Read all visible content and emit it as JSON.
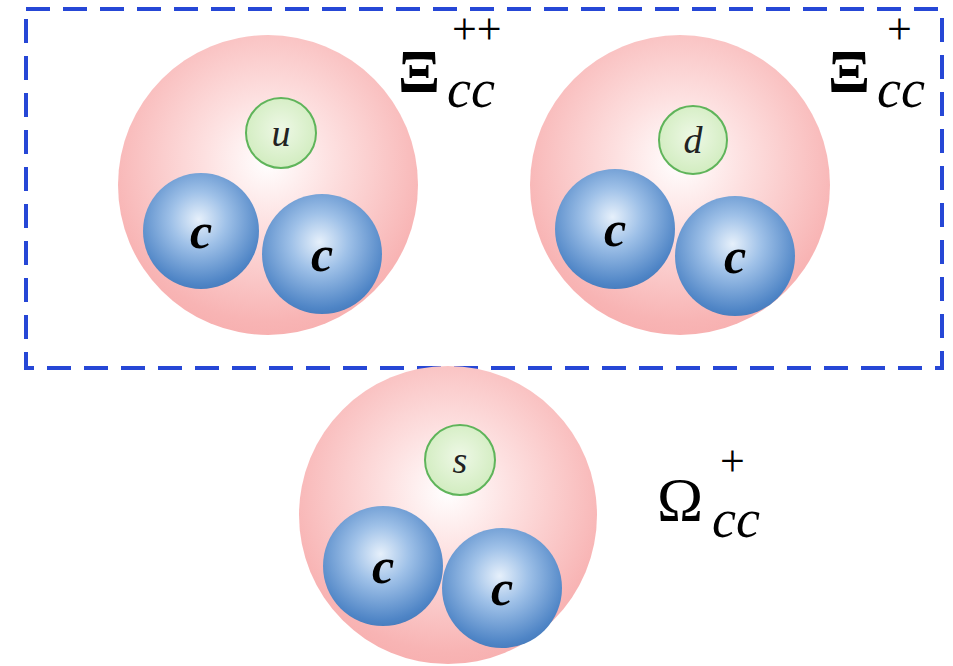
{
  "diagram": {
    "nodes": [
      {
        "text": [
          "Ξ",
          "cc",
          "++"
        ]
      },
      {
        "text": [
          "u"
        ],
        "in": 0
      },
      {
        "text": [
          "c"
        ],
        "in": 0
      },
      {
        "text": [
          "c"
        ],
        "in": 0
      },
      {
        "text": [
          "Ξ",
          "cc",
          "+"
        ]
      },
      {
        "text": [
          "d"
        ],
        "in": 4
      },
      {
        "text": [
          "c"
        ],
        "in": 4
      },
      {
        "text": [
          "c"
        ],
        "in": 4
      },
      {
        "text": [
          "Ω",
          "cc",
          "+"
        ]
      },
      {
        "text": [
          "s"
        ],
        "in": 8
      },
      {
        "text": [
          "c"
        ],
        "in": 8
      },
      {
        "text": [
          "c"
        ],
        "in": 8
      }
    ]
  }
}
